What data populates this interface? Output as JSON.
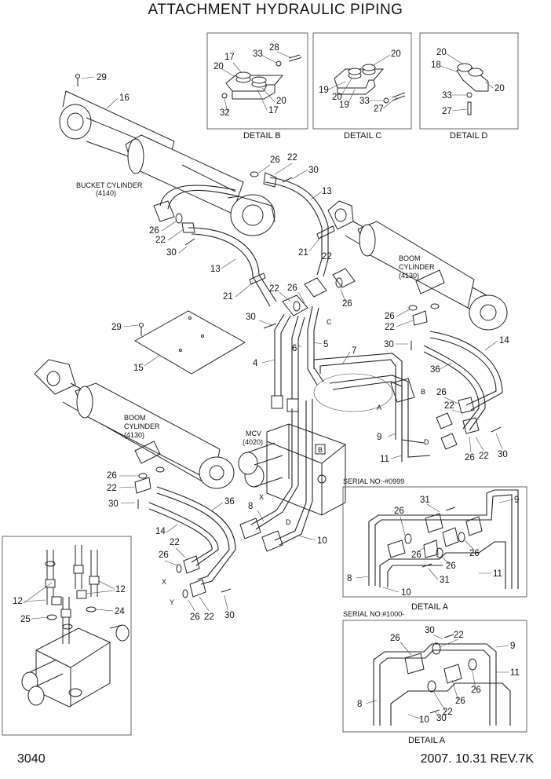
{
  "title": "ATTACHMENT HYDRAULIC PIPING",
  "page_number": "3040",
  "revision": "2007. 10.31  REV.7K",
  "details": {
    "detail_b": "DETAIL B",
    "detail_c": "DETAIL C",
    "detail_d": "DETAIL D",
    "detail_a_1": "DETAIL A",
    "detail_a_2": "DETAIL A"
  },
  "serials": {
    "serial_1": "SERIAL NO:-#0999",
    "serial_2": "SERIAL NO:#1000-"
  },
  "components": {
    "bucket_cylinder": "BUCKET CYLINDER",
    "bucket_code": "(4140)",
    "boom_cylinder_r_1": "BOOM",
    "boom_cylinder_r_2": "CYLINDER",
    "boom_cylinder_r_code": "(4130)",
    "boom_cylinder_l_1": "BOOM",
    "boom_cylinder_l_2": "CYLINDER",
    "boom_cylinder_l_code": "(4130)",
    "mcv": "MCV",
    "mcv_code": "(4020)"
  },
  "callouts": {
    "c16": "16",
    "c29a": "29",
    "c26a": "26",
    "c22a": "22",
    "c30a": "30",
    "c13a": "13",
    "c26b": "26",
    "c22b": "22",
    "c30b": "30",
    "c13b": "13",
    "c21a": "21",
    "c21b": "21",
    "c22c": "22",
    "c22d": "22",
    "c26c": "26",
    "c26d": "26",
    "c30c": "30",
    "c5": "5",
    "c6": "6",
    "c4": "4",
    "c7": "7",
    "c29b": "29",
    "c15": "15",
    "c26e": "26",
    "c22e": "22",
    "c30d": "30",
    "c14a": "14",
    "c36a": "36",
    "c22f": "22",
    "c26f": "26",
    "c26g": "26",
    "c22g": "22",
    "c30e": "30",
    "c9": "9",
    "c11": "11",
    "c26h": "26",
    "c22h": "22",
    "c30f": "30",
    "c36b": "36",
    "c14b": "14",
    "c8": "8",
    "c10": "10",
    "c22i": "22",
    "c26i": "26",
    "c26j": "26",
    "c22j": "22",
    "c30g": "30",
    "c12a": "12",
    "c12b": "12",
    "c25": "25",
    "c24": "24",
    "b28": "28",
    "b33": "33",
    "b17a": "17",
    "b20a": "20",
    "b20b": "20",
    "b32": "32",
    "b17b": "17",
    "c_20a": "20",
    "c_19a": "19",
    "c_20b": "20",
    "c_19b": "19",
    "c_33": "33",
    "c_27": "27",
    "d20a": "20",
    "d18": "18",
    "d20b": "20",
    "d33": "33",
    "d27": "27",
    "a1_31a": "31",
    "a1_9": "9",
    "a1_26a": "26",
    "a1_26b": "26",
    "a1_26c": "26",
    "a1_26d": "26",
    "a1_8": "8",
    "a1_31b": "31",
    "a1_10": "10",
    "a1_11": "11",
    "a2_30a": "30",
    "a2_22a": "22",
    "a2_26a": "26",
    "a2_9": "9",
    "a2_11": "11",
    "a2_26b": "26",
    "a2_26c": "26",
    "a2_22b": "22",
    "a2_8": "8",
    "a2_10": "10",
    "a2_30b": "30"
  },
  "port_letters": {
    "x": "X",
    "y": "Y",
    "a": "A",
    "b": "B",
    "c": "C",
    "d": "D",
    "b2": "B",
    "d2": "D",
    "x2": "X"
  }
}
